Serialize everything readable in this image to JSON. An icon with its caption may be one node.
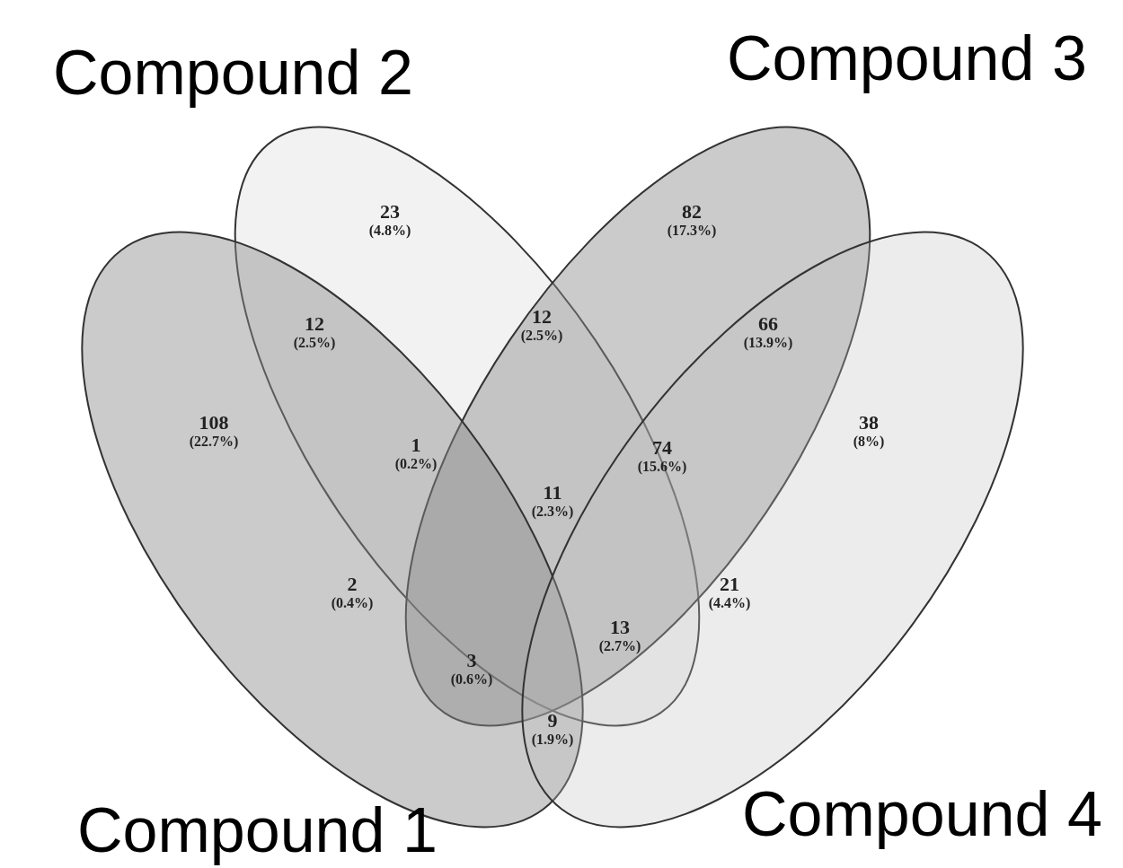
{
  "diagram": {
    "nodes": [
      {
        "text": [
          "Compound 2"
        ]
      },
      {
        "text": [
          "Compound 3"
        ]
      },
      {
        "text": [
          "Compound 1"
        ]
      },
      {
        "text": [
          "Compound 4"
        ]
      }
    ],
    "labels": [
      "23",
      "(4.8%)",
      "82",
      "(17.3%)",
      "12",
      "(2.5%)",
      "12",
      "(2.5%)",
      "66",
      "(13.9%)",
      "108",
      "(22.7%)",
      "1",
      "(0.2%)",
      "74",
      "(15.6%)",
      "38",
      "(8%)",
      "11",
      "(2.3%)",
      "2",
      "(0.4%)",
      "21",
      "(4.4%)",
      "3",
      "(0.6%)",
      "13",
      "(2.7%)",
      "9",
      "(1.9%)"
    ]
  }
}
